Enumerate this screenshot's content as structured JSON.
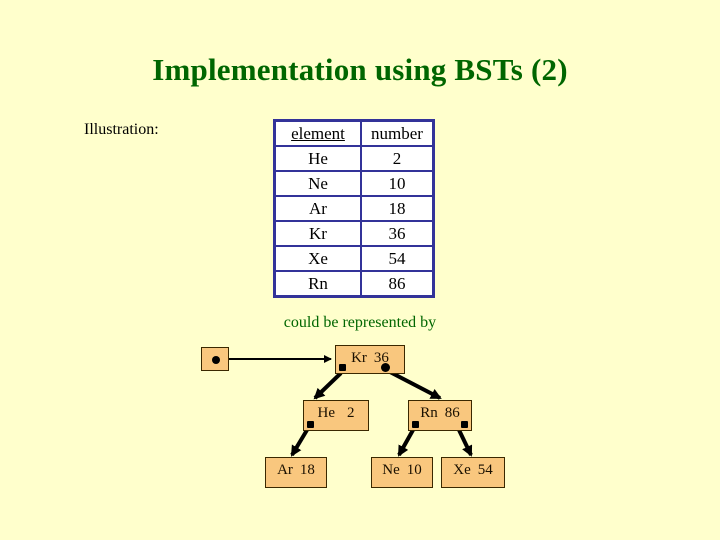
{
  "slide": {
    "background_color": "#FFFFCC",
    "title": "Implementation using BSTs (2)",
    "title_color": "#006600",
    "illustration_label": "Illustration:",
    "caption": "could be represented by",
    "caption_color": "#006600"
  },
  "table": {
    "border_color": "#333399",
    "cell_background": "#FFFFFF",
    "headers": [
      "element",
      "number"
    ],
    "header_underlined": [
      true,
      false
    ],
    "rows": [
      {
        "element": "He",
        "number": "2"
      },
      {
        "element": "Ne",
        "number": "10"
      },
      {
        "element": "Ar",
        "number": "18"
      },
      {
        "element": "Kr",
        "number": "36"
      },
      {
        "element": "Xe",
        "number": "54"
      },
      {
        "element": "Rn",
        "number": "86"
      }
    ]
  },
  "tree": {
    "node_fill": "#F9C77E",
    "node_border": "#3A2800",
    "root_pointer": {
      "name": "root-pointer-box"
    },
    "nodes": [
      {
        "id": "kr",
        "symbol": "Kr",
        "number": "36",
        "children": [
          "he",
          "rn"
        ]
      },
      {
        "id": "he",
        "symbol": "He",
        "number": "2",
        "children": [
          "ar"
        ]
      },
      {
        "id": "rn",
        "symbol": "Rn",
        "number": "86",
        "children": [
          "ne",
          "xe"
        ]
      },
      {
        "id": "ar",
        "symbol": "Ar",
        "number": "18",
        "children": []
      },
      {
        "id": "ne",
        "symbol": "Ne",
        "number": "10",
        "children": []
      },
      {
        "id": "xe",
        "symbol": "Xe",
        "number": "54",
        "children": []
      }
    ]
  }
}
